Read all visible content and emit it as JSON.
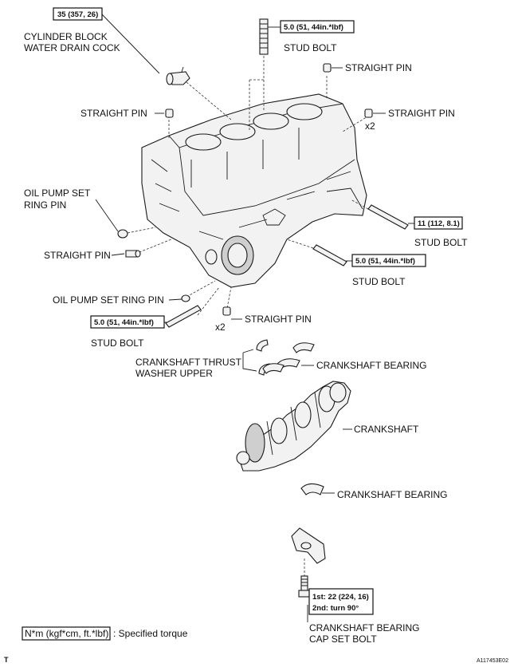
{
  "labels": {
    "cylinder_block": "CYLINDER BLOCK",
    "water_drain_cock": "WATER DRAIN COCK",
    "stud_bolt": "STUD BOLT",
    "straight_pin": "STRAIGHT PIN",
    "oil_pump_set": "OIL PUMP SET",
    "ring_pin": "RING PIN",
    "oil_pump_set_ring_pin": "OIL PUMP SET RING PIN",
    "crankshaft_thrust": "CRANKSHAFT THRUST",
    "washer_upper": "WASHER UPPER",
    "crankshaft_bearing": "CRANKSHAFT BEARING",
    "crankshaft": "CRANKSHAFT",
    "crankshaft_bearing_2": "CRANKSHAFT BEARING",
    "crankshaft_bearing_cap": "CRANKSHAFT BEARING",
    "cap_set_bolt": "CAP SET BOLT"
  },
  "counts": {
    "x2_upper": "x2",
    "x2_lower": "x2"
  },
  "torques": {
    "drain_cock": "35 (357, 26)",
    "stud_top": "5.0 (51, 44in.*lbf)",
    "stud_right": "11 (112, 8.1)",
    "stud_mid": "5.0 (51, 44in.*lbf)",
    "stud_left": "5.0 (51, 44in.*lbf)",
    "cap_bolt_1": "1st: 22 (224, 16)",
    "cap_bolt_2": "2nd: turn 90°"
  },
  "legend": {
    "units": "N*m (kgf*cm, ft.*lbf)",
    "text": ": Specified torque"
  },
  "footer": {
    "left_mark": "T",
    "ref_code": "A117453E02"
  }
}
